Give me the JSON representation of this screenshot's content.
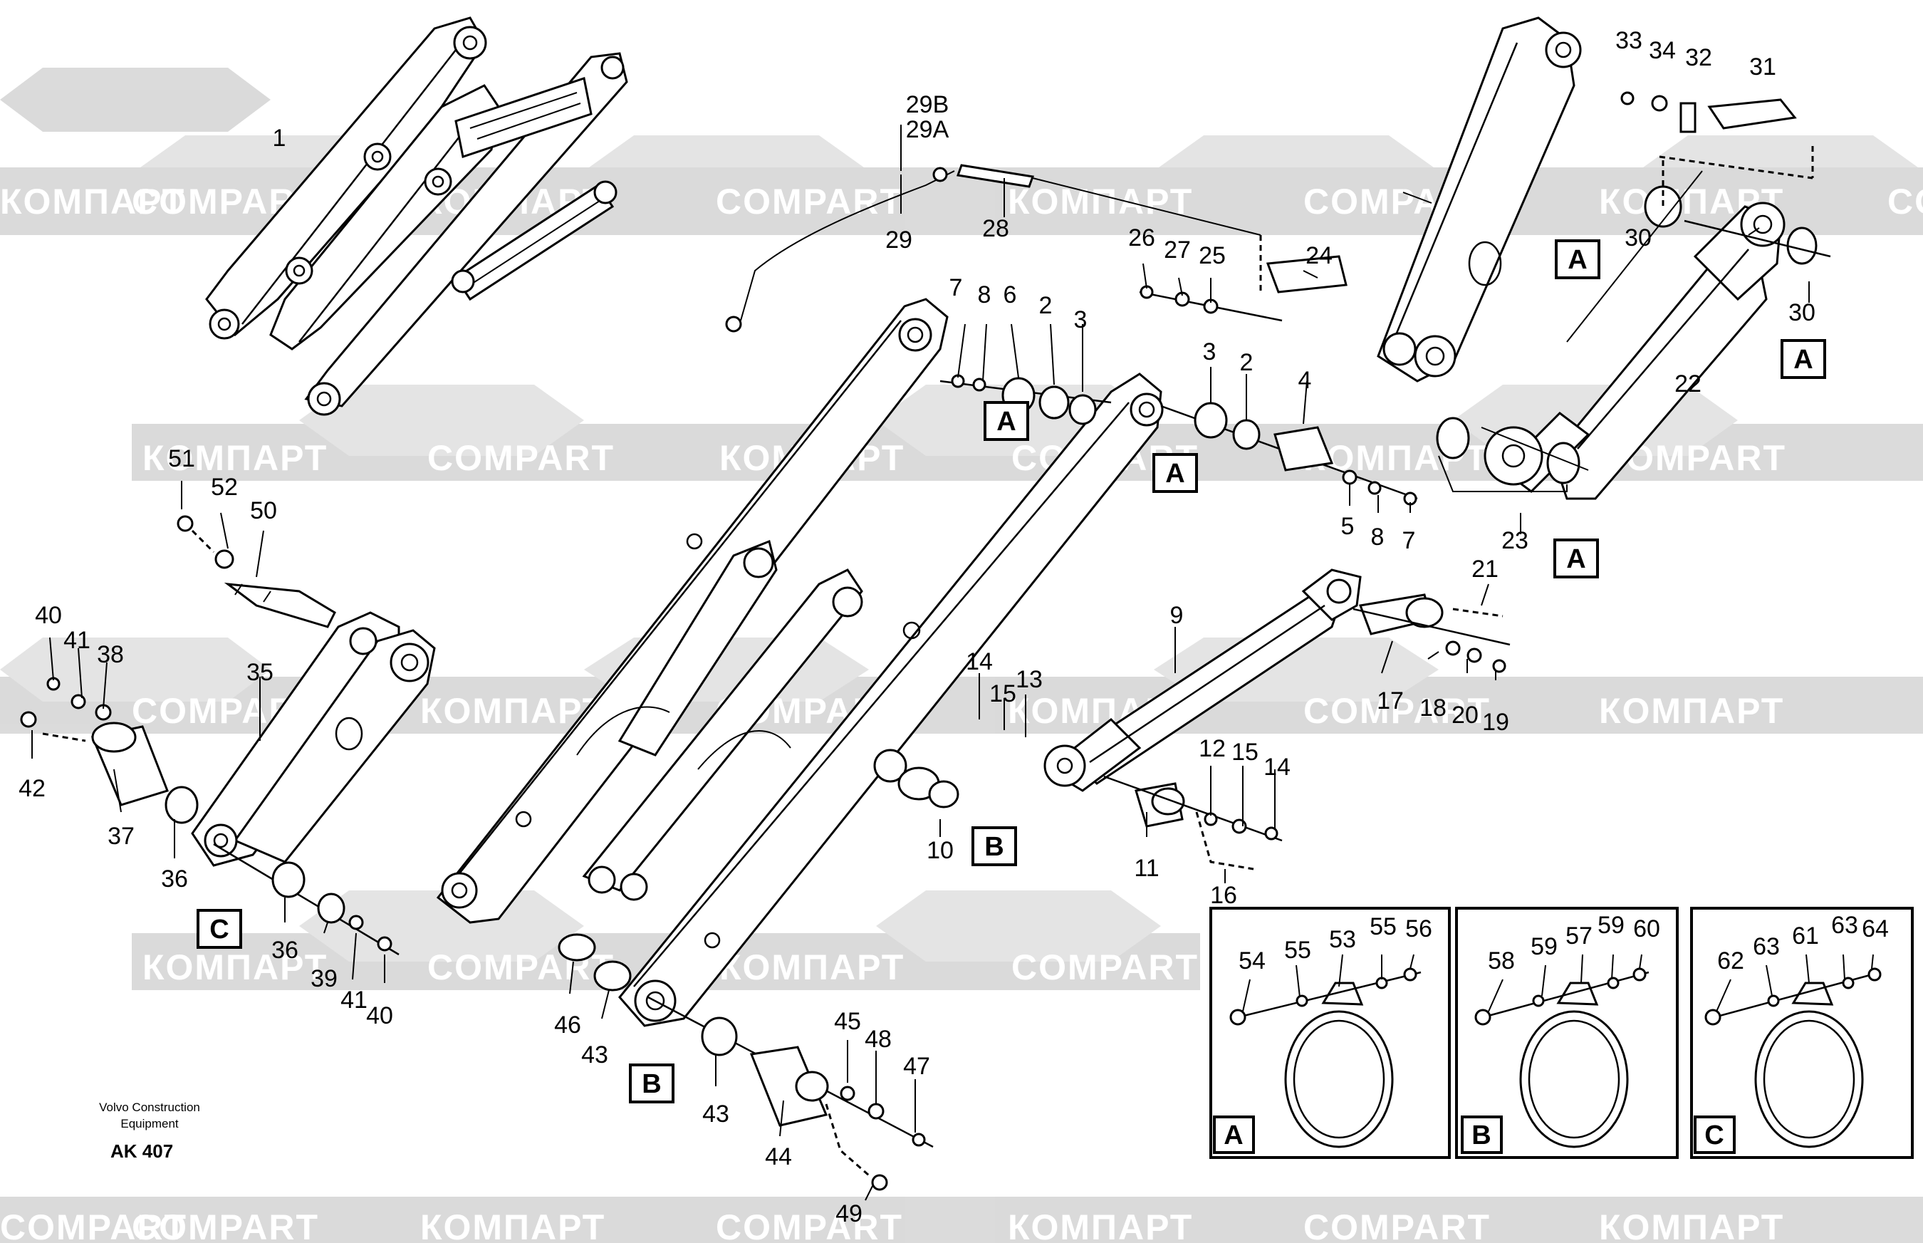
{
  "watermark": {
    "texts": [
      "COMPART",
      "КОМПАРТ"
    ]
  },
  "footer": {
    "company_line1": "Volvo Construction",
    "company_line2": "Equipment",
    "code": "AK 407"
  },
  "boxed_labels": {
    "a": "A",
    "b": "B",
    "c": "C"
  },
  "callouts": [
    "1",
    "2",
    "3",
    "4",
    "5",
    "6",
    "7",
    "8",
    "9",
    "10",
    "11",
    "12",
    "13",
    "14",
    "15",
    "16",
    "17",
    "18",
    "19",
    "20",
    "21",
    "22",
    "23",
    "24",
    "25",
    "26",
    "27",
    "28",
    "29",
    "29A",
    "29B",
    "30",
    "31",
    "32",
    "33",
    "34",
    "35",
    "36",
    "37",
    "38",
    "39",
    "40",
    "41",
    "42",
    "43",
    "44",
    "45",
    "46",
    "47",
    "48",
    "49",
    "50",
    "51",
    "52",
    "53",
    "54",
    "55",
    "56",
    "57",
    "58",
    "59",
    "60",
    "61",
    "62",
    "63",
    "64"
  ],
  "colors": {
    "watermark_fill": "#d9d9d9",
    "line": "#000000",
    "background": "#ffffff"
  }
}
